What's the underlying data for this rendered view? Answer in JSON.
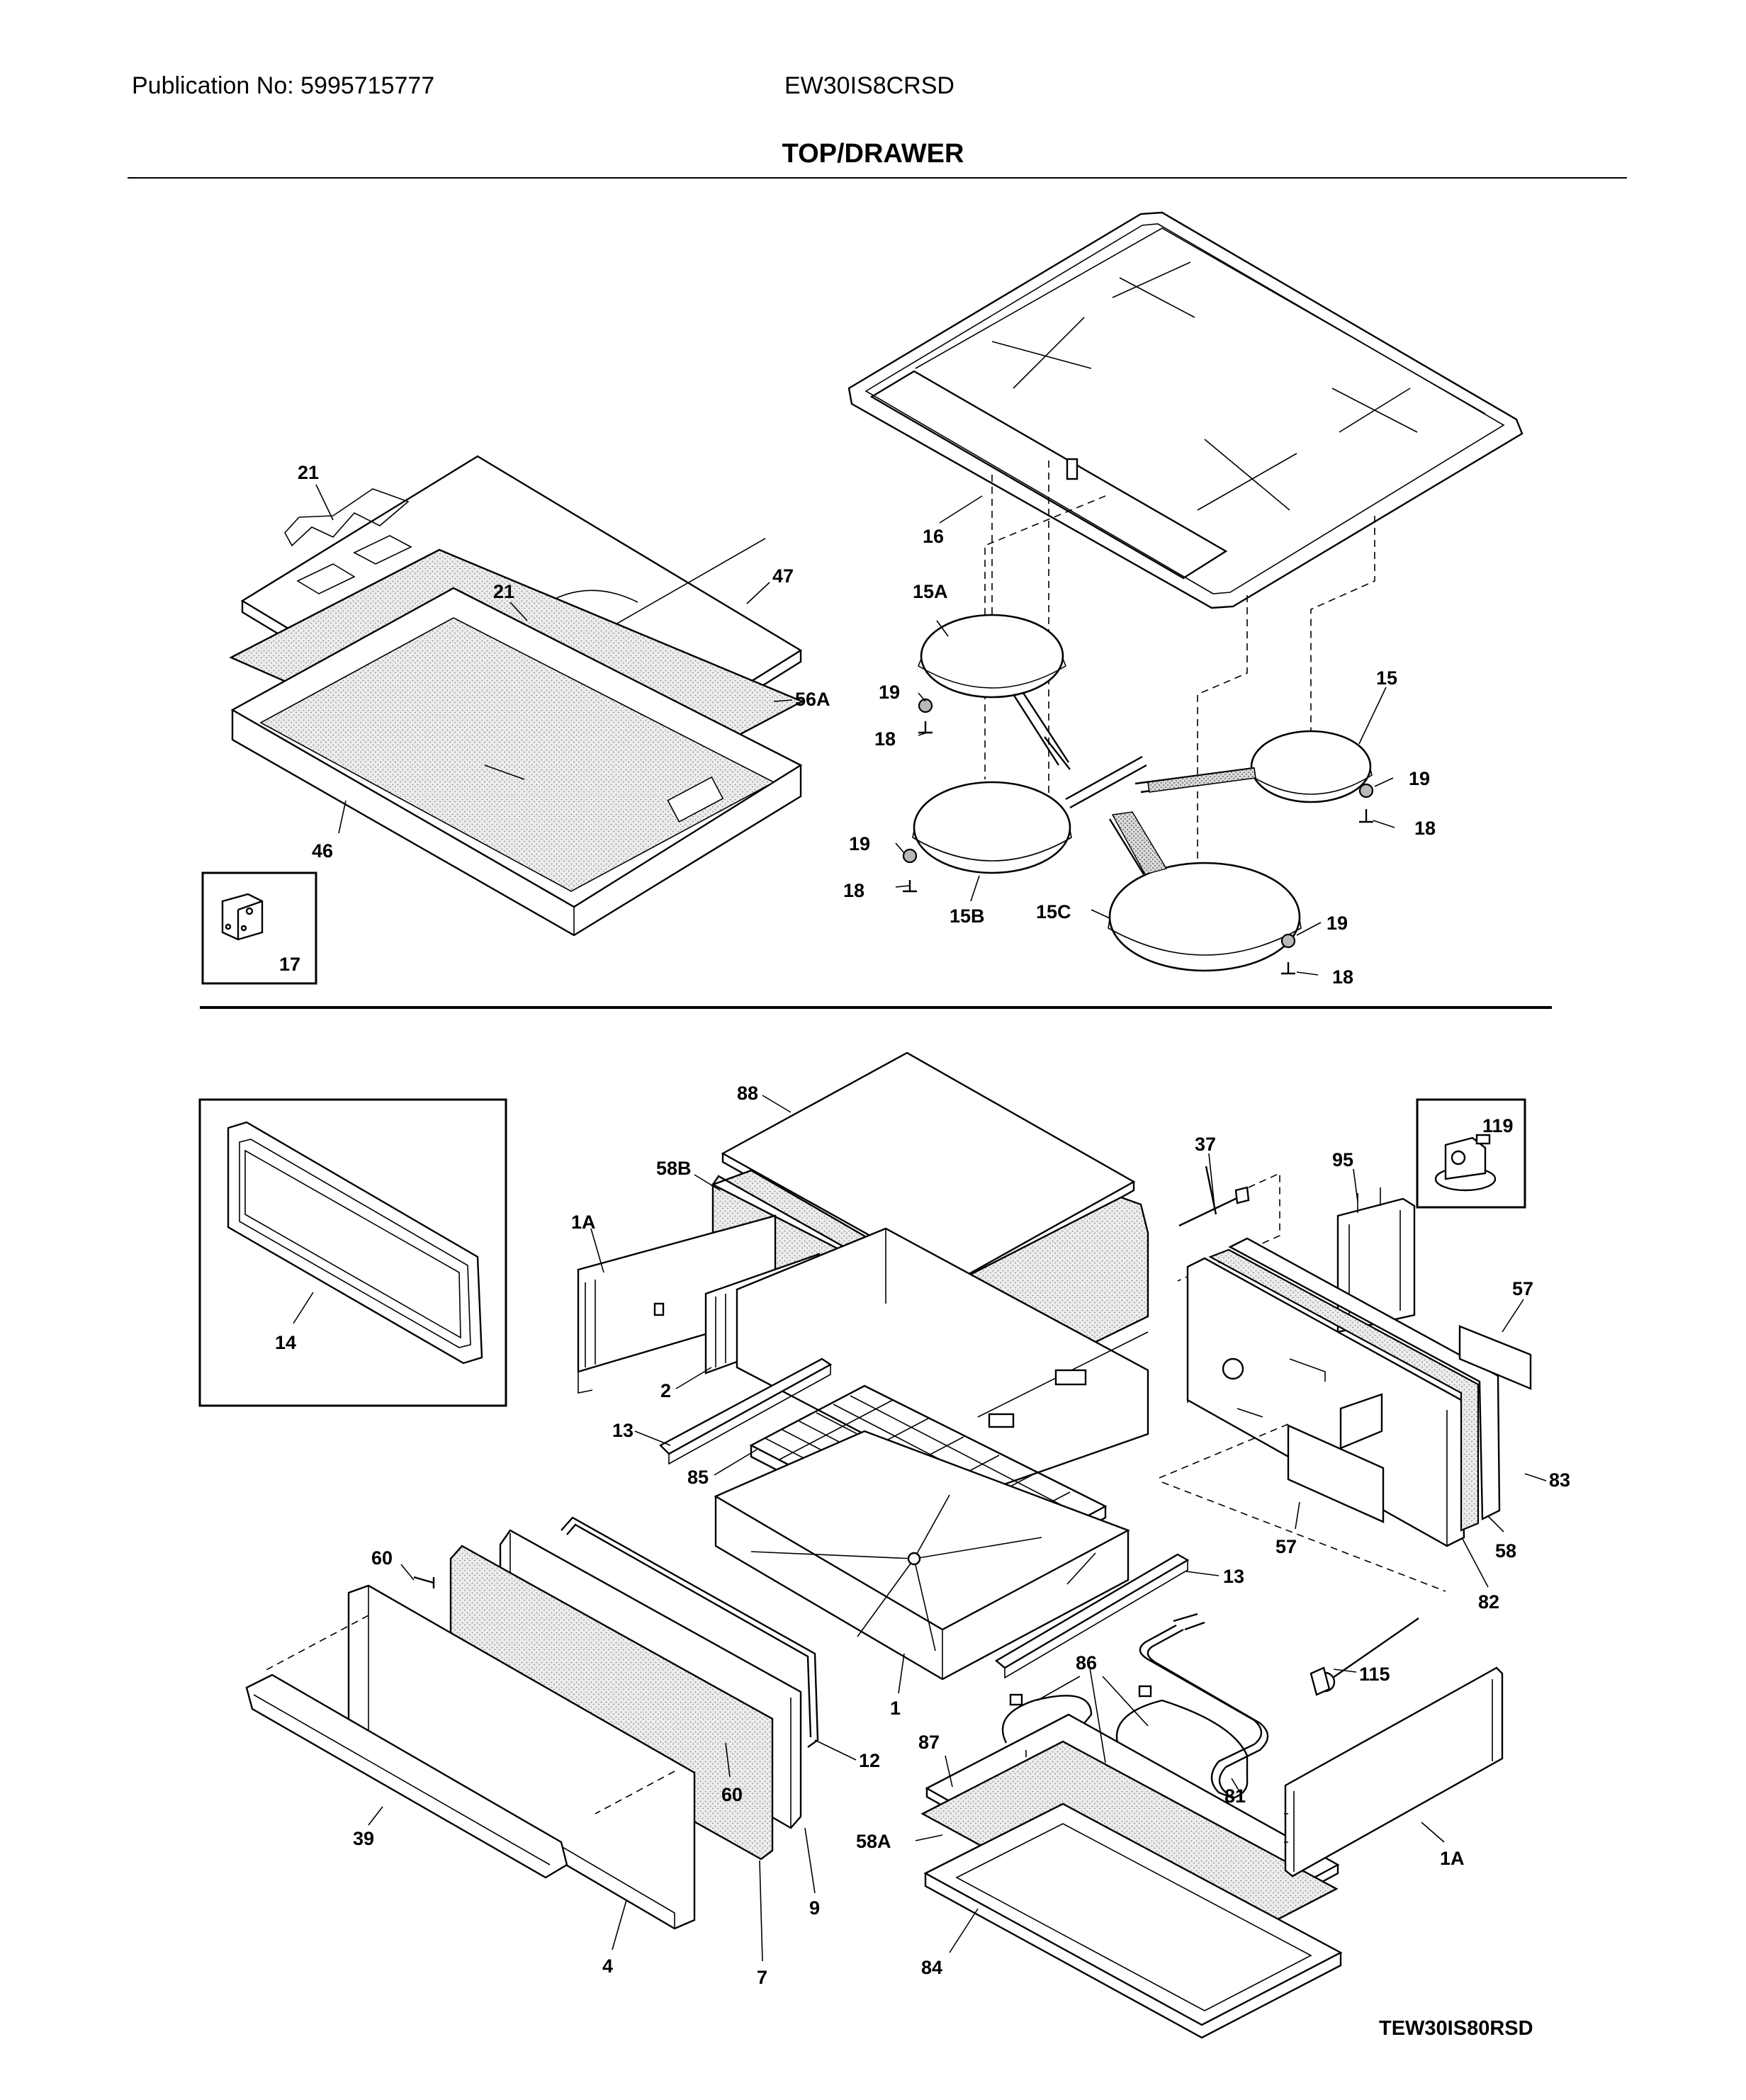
{
  "header": {
    "publication": "Publication No: 5995715777",
    "model": "EW30IS8CRSD",
    "title": "TOP/DRAWER"
  },
  "footer": {
    "reference": "TEW30IS80RSD"
  },
  "callouts": {
    "top": [
      "21",
      "21",
      "47",
      "56A",
      "46",
      "17",
      "16",
      "15A",
      "19",
      "18",
      "15",
      "19",
      "18",
      "19",
      "18",
      "15B",
      "15C",
      "19",
      "18"
    ],
    "bottom": [
      "14",
      "88",
      "58B",
      "1A",
      "2",
      "13",
      "85",
      "37",
      "95",
      "119",
      "57",
      "83",
      "57",
      "58",
      "82",
      "13",
      "60",
      "12",
      "60",
      "39",
      "4",
      "7",
      "9",
      "1",
      "86",
      "87",
      "58A",
      "84",
      "81",
      "115",
      "1A"
    ]
  }
}
